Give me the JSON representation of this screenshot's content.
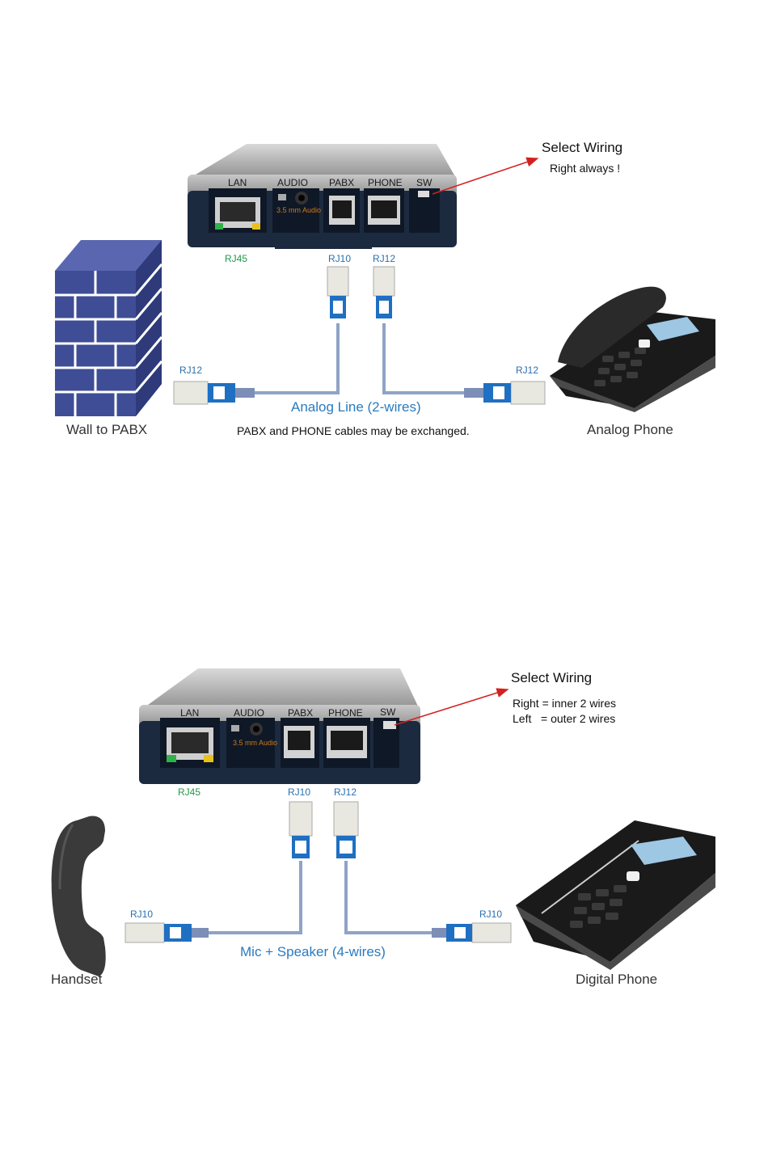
{
  "top": {
    "ports": {
      "lan": "LAN",
      "audio": "AUDIO",
      "pabx": "PABX",
      "phone": "PHONE",
      "sw": "SW"
    },
    "audio_jack": "3.5 mm Audio",
    "rj45": "RJ45",
    "rj10_device": "RJ10",
    "rj12_device": "RJ12",
    "rj12_left": "RJ12",
    "rj12_right": "RJ12",
    "select_wiring": "Select Wiring",
    "select_note": "Right always !",
    "line_label": "Analog Line (2-wires)",
    "note": "PABX and PHONE cables may be exchanged.",
    "left_caption": "Wall to PABX",
    "right_caption": "Analog Phone"
  },
  "bottom": {
    "ports": {
      "lan": "LAN",
      "audio": "AUDIO",
      "pabx": "PABX",
      "phone": "PHONE",
      "sw": "SW"
    },
    "audio_jack": "3.5 mm Audio",
    "rj45": "RJ45",
    "rj10_device": "RJ10",
    "rj12_device": "RJ12",
    "rj10_left": "RJ10",
    "rj10_right": "RJ10",
    "select_wiring": "Select Wiring",
    "select_right": "Right = inner 2 wires",
    "select_left": "Left   = outer 2 wires",
    "line_label": "Mic + Speaker (4-wires)",
    "left_caption": "Handset",
    "right_caption": "Digital Phone"
  },
  "colors": {
    "cable": "#8fa3c6",
    "connector_blue": "#1f6fc2",
    "arrow": "#d42020",
    "brick": "#3f4d96",
    "device_body": "#1c2a40",
    "device_top": "#9a9a9a",
    "phone_body": "#222222",
    "label_blue": "#2a6fb0",
    "label_green": "#1f9a46"
  },
  "icons": [
    "brick-wall-icon",
    "desk-phone-icon",
    "handset-icon",
    "voip-device-icon",
    "rj-connector-icon"
  ]
}
